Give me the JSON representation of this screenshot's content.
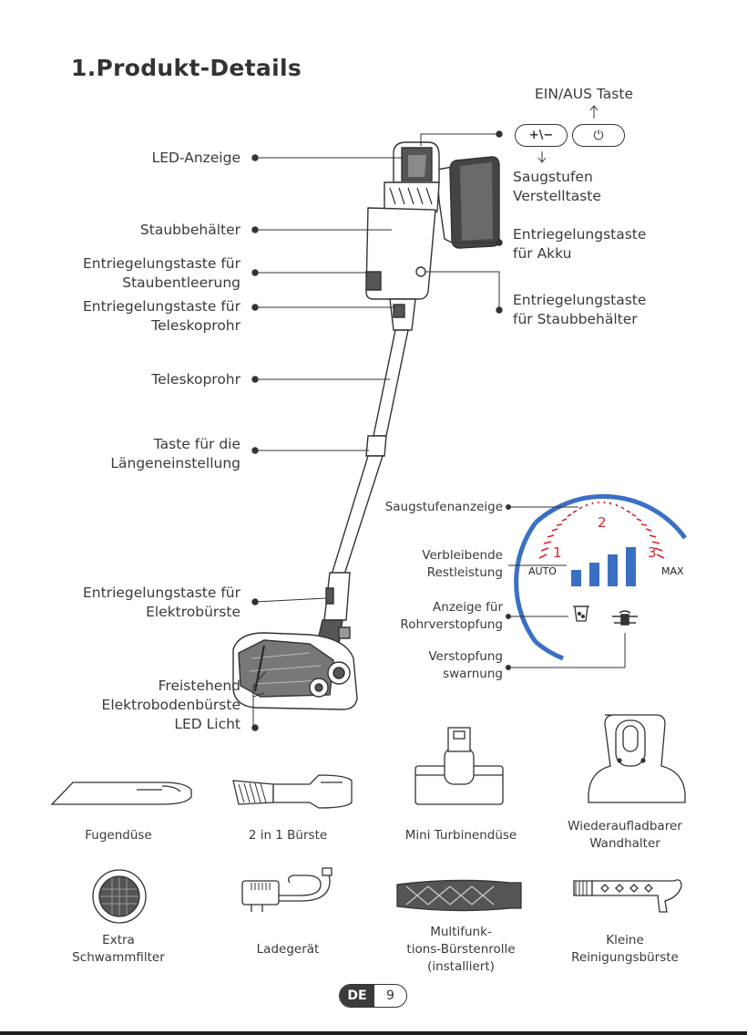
{
  "page": {
    "title": "1.Produkt-Details",
    "badge_lang": "DE",
    "badge_page": "9"
  },
  "labels_left": {
    "led": "LED-Anzeige",
    "dust": "Staubbehälter",
    "empty_1": "Entriegelungstaste für",
    "empty_2": "Staubentleerung",
    "tele_1": "Entriegelungstaste für",
    "tele_2": "Teleskoprohr",
    "tube": "Teleskoprohr",
    "len_1": "Taste für die",
    "len_2": "Längeneinstellung",
    "brush_1": "Entriegelungstaste für",
    "brush_2": "Elektrobürste",
    "floor_1": "Freistehend",
    "floor_2": "Elektrobodenbürste",
    "floor_3": "LED Licht"
  },
  "labels_right": {
    "power": "EIN/AUS Taste",
    "suction_1": "Saugstufen",
    "suction_2": "Verstelltaste",
    "battery_1": "Entriegelungstaste",
    "battery_2": "für Akku",
    "bin_1": "Entriegelungstaste",
    "bin_2": "für Staubbehälter"
  },
  "buttons": {
    "plus_minus": "+\\−",
    "power_symbol": "⏻"
  },
  "display": {
    "suction_indicator": "Saugstufenanzeige",
    "remain_1": "Verbleibende",
    "remain_2": "Restleistung",
    "clog_1": "Anzeige für",
    "clog_2": "Rohrverstopfung",
    "warn_1": "Verstopfung",
    "warn_2": "swarnung",
    "level1": "1",
    "level2": "2",
    "level3": "3",
    "auto": "AUTO",
    "max": "MAX",
    "colors": {
      "red": "#d9232d",
      "blue": "#3b6fc4"
    }
  },
  "accessories": {
    "crevice": "Fugendüse",
    "brush2in1": "2 in 1 Bürste",
    "turbo": "Mini Turbinendüse",
    "holder_1": "Wiederaufladbarer",
    "holder_2": "Wandhalter",
    "filter_1": "Extra",
    "filter_2": "Schwammfilter",
    "charger": "Ladegerät",
    "roller_1": "Multifunk-",
    "roller_2": "tions-Bürstenrolle",
    "roller_3": "(installiert)",
    "clean_1": "Kleine",
    "clean_2": "Reinigungsbürste"
  }
}
